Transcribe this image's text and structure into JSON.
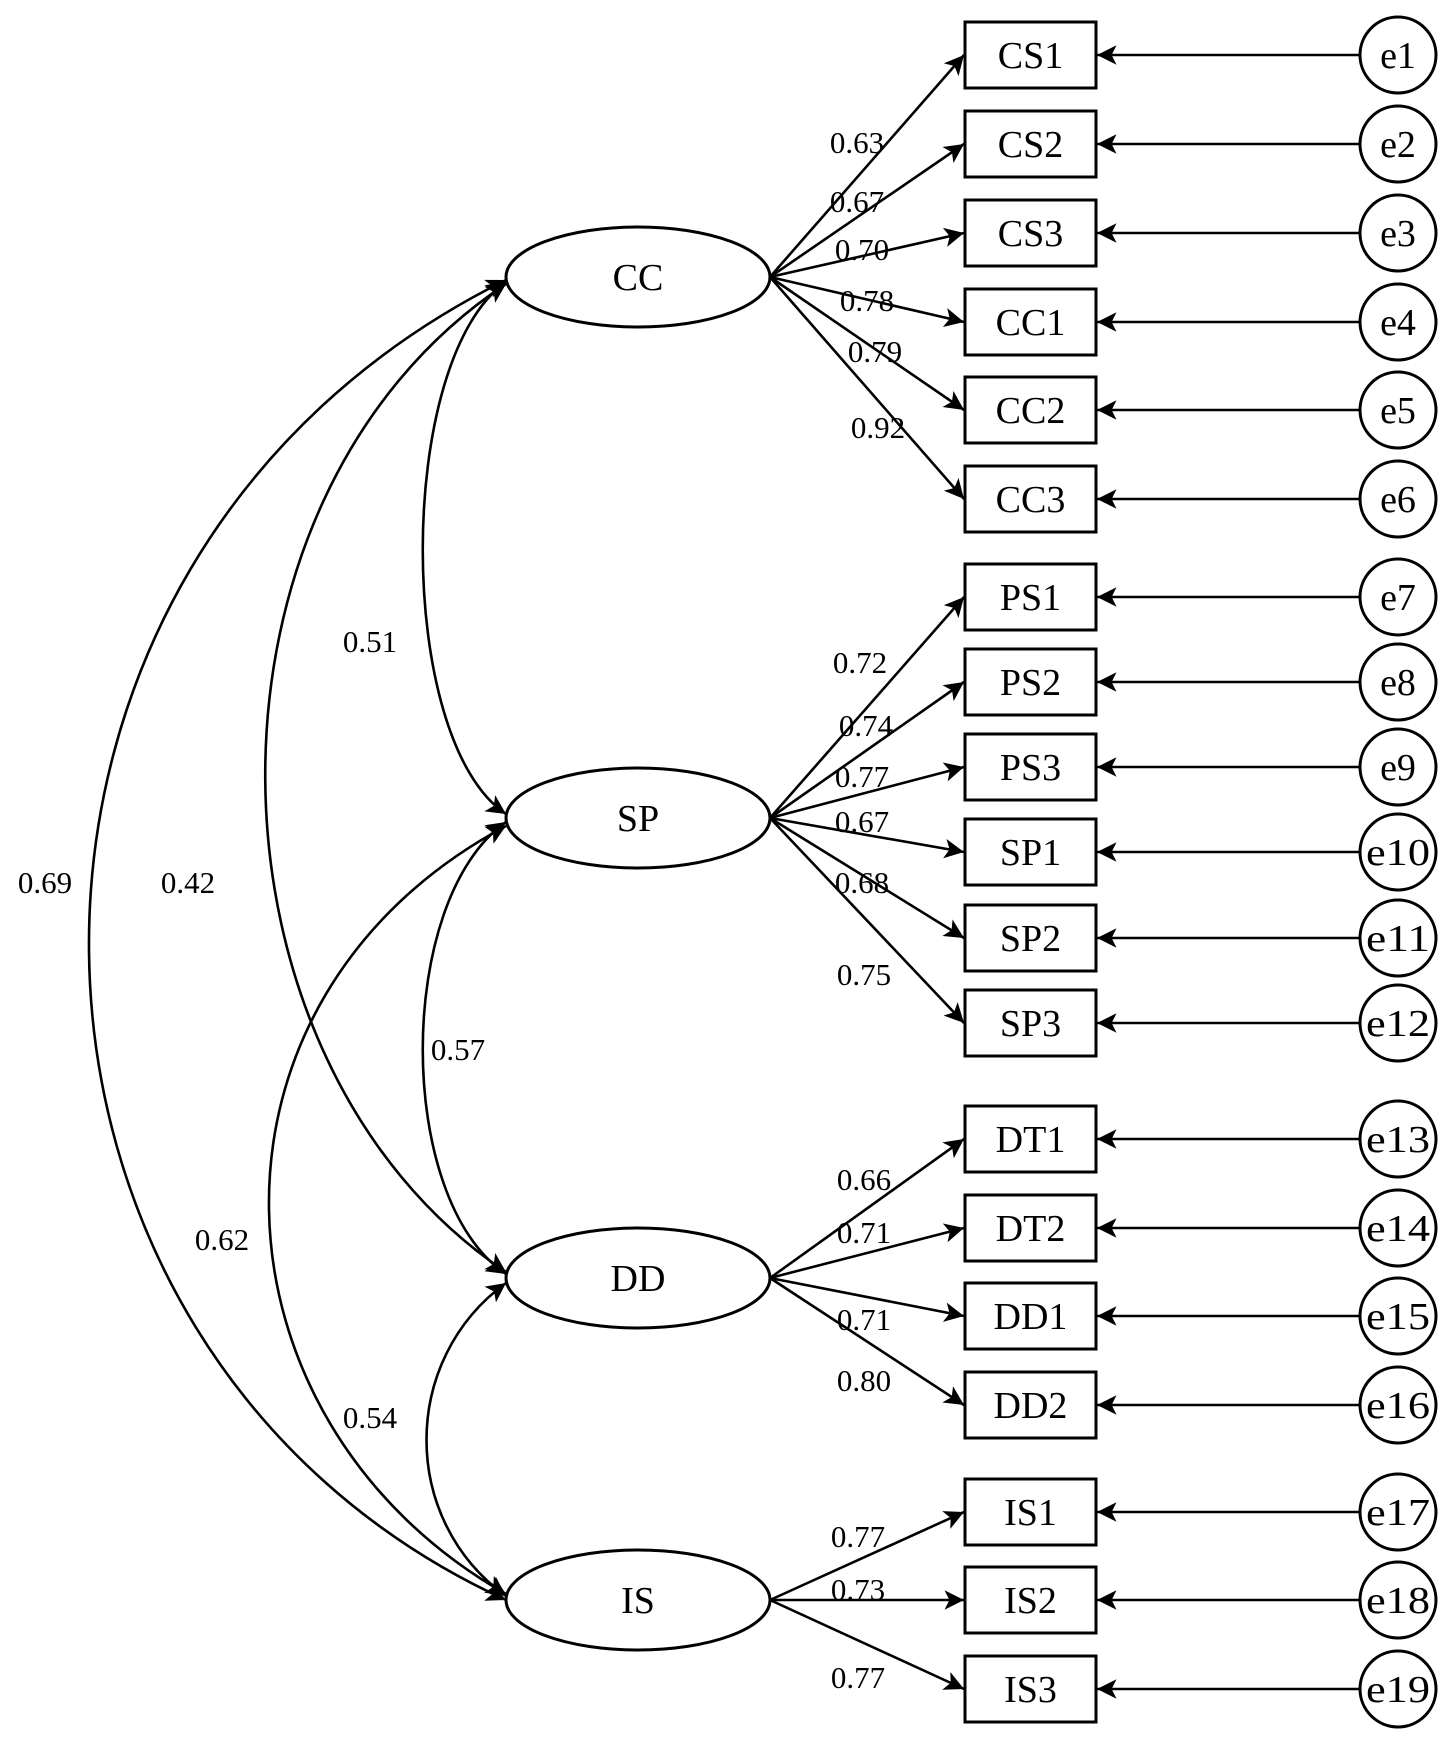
{
  "diagram": {
    "type": "confirmatory factor analysis (structural equation model)",
    "latent_factors": [
      {
        "id": "CC",
        "label": "CC",
        "indicators": [
          {
            "label": "CS1",
            "loading": "0.63",
            "error": "e1"
          },
          {
            "label": "CS2",
            "loading": "0.67",
            "error": "e2"
          },
          {
            "label": "CS3",
            "loading": "0.70",
            "error": "e3"
          },
          {
            "label": "CC1",
            "loading": "0.78",
            "error": "e4"
          },
          {
            "label": "CC2",
            "loading": "0.79",
            "error": "e5"
          },
          {
            "label": "CC3",
            "loading": "0.92",
            "error": "e6"
          }
        ]
      },
      {
        "id": "SP",
        "label": "SP",
        "indicators": [
          {
            "label": "PS1",
            "loading": "0.72",
            "error": "e7"
          },
          {
            "label": "PS2",
            "loading": "0.74",
            "error": "e8"
          },
          {
            "label": "PS3",
            "loading": "0.77",
            "error": "e9"
          },
          {
            "label": "SP1",
            "loading": "0.67",
            "error": "e10"
          },
          {
            "label": "SP2",
            "loading": "0.68",
            "error": "e11"
          },
          {
            "label": "SP3",
            "loading": "0.75",
            "error": "e12"
          }
        ]
      },
      {
        "id": "DD",
        "label": "DD",
        "indicators": [
          {
            "label": "DT1",
            "loading": "0.66",
            "error": "e13"
          },
          {
            "label": "DT2",
            "loading": "0.71",
            "error": "e14"
          },
          {
            "label": "DD1",
            "loading": "0.71",
            "error": "e15"
          },
          {
            "label": "DD2",
            "loading": "0.80",
            "error": "e16"
          }
        ]
      },
      {
        "id": "IS",
        "label": "IS",
        "indicators": [
          {
            "label": "IS1",
            "loading": "0.77",
            "error": "e17"
          },
          {
            "label": "IS2",
            "loading": "0.73",
            "error": "e18"
          },
          {
            "label": "IS3",
            "loading": "0.77",
            "error": "e19"
          }
        ]
      }
    ],
    "correlations": [
      {
        "from": "CC",
        "to": "SP",
        "value": "0.51"
      },
      {
        "from": "SP",
        "to": "DD",
        "value": "0.57"
      },
      {
        "from": "DD",
        "to": "IS",
        "value": "0.54"
      },
      {
        "from": "CC",
        "to": "DD",
        "value": "0.42"
      },
      {
        "from": "SP",
        "to": "IS",
        "value": "0.62"
      },
      {
        "from": "CC",
        "to": "IS",
        "value": "0.69"
      }
    ],
    "colors": {
      "stroke": "#000000",
      "background": "#ffffff"
    }
  }
}
